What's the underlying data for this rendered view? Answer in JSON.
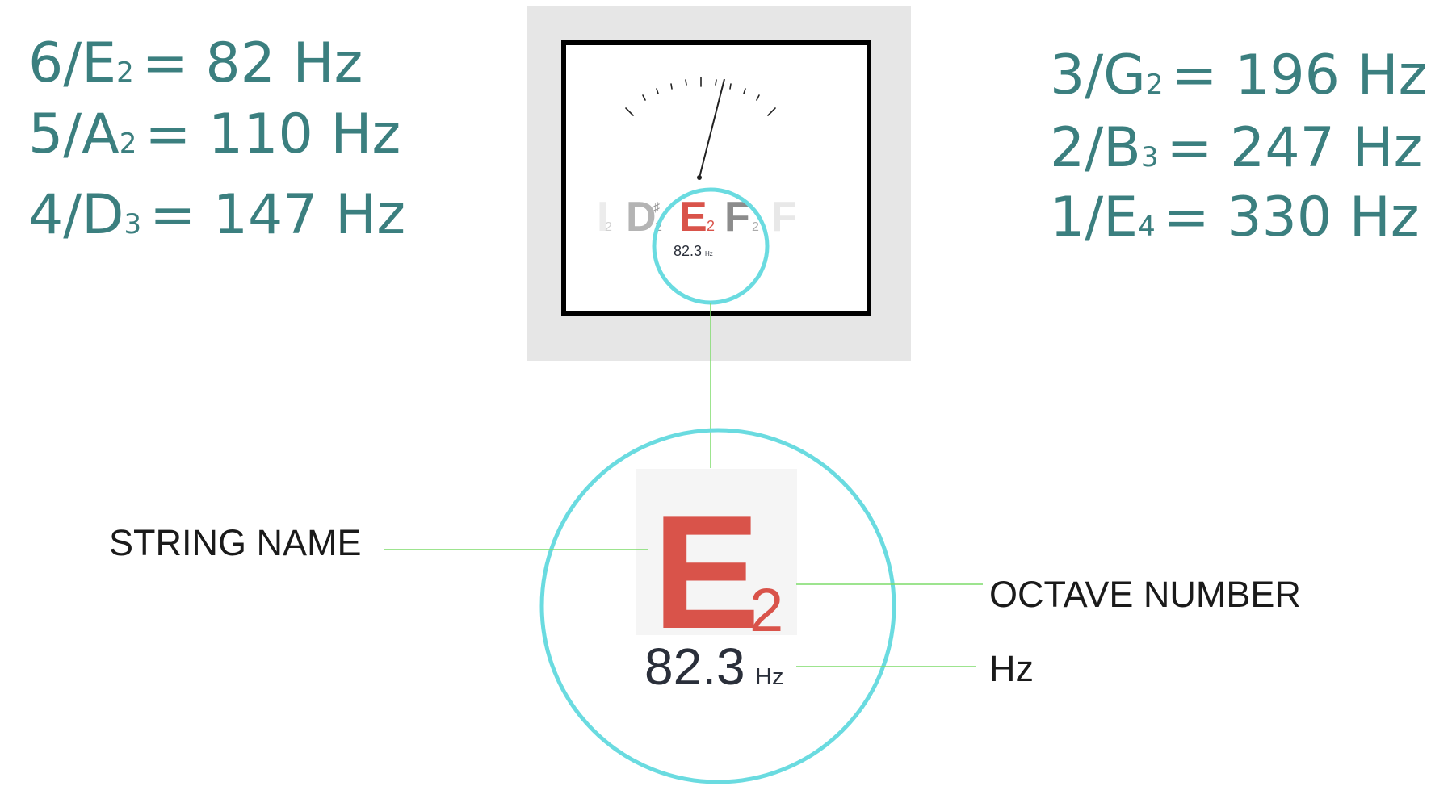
{
  "strings_left": [
    {
      "prefix": "6/E",
      "octave": "2",
      "value": "= 82 Hz"
    },
    {
      "prefix": "5/A",
      "octave": "2",
      "value": "= 110 Hz"
    },
    {
      "prefix": "4/D",
      "octave": "3",
      "value": "= 147 Hz"
    }
  ],
  "strings_right": [
    {
      "prefix": "3/G",
      "octave": "2",
      "value": "= 196 Hz"
    },
    {
      "prefix": "2/B",
      "octave": "3",
      "value": "= 247 Hz"
    },
    {
      "prefix": "1/E",
      "octave": "4",
      "value": "= 330 Hz"
    }
  ],
  "tuner": {
    "note_letter": "E",
    "note_octave": "2",
    "frequency": "82.3",
    "unit": "Hz",
    "prev_note": "D",
    "prev_accidental": "♯",
    "prev_octave": "2",
    "prev2_octave": "2",
    "next_note": "F",
    "next_octave": "2",
    "next2_note": "F"
  },
  "labels": {
    "string_name": "STRING NAME",
    "octave_number": "OCTAVE NUMBER",
    "hz": "Hz"
  },
  "colors": {
    "teal_text": "#3b7f7f",
    "note_red": "#d9534a",
    "highlight_cyan": "#6adbe0",
    "leader_green": "#7ddc6a"
  }
}
